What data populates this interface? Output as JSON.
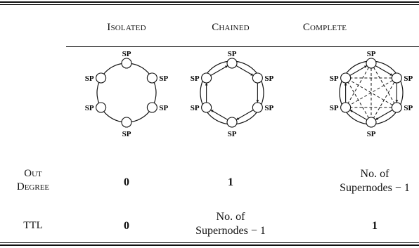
{
  "table": {
    "columns": [
      "Isolated",
      "Chained",
      "Complete"
    ],
    "node_label": "SP",
    "node_count": 6,
    "rows": [
      {
        "label_line1": "Out",
        "label_line2": "Degree",
        "values": [
          "0",
          "1",
          "No. of Supernodes − 1"
        ],
        "value_lines": [
          [
            "0"
          ],
          [
            "1"
          ],
          [
            "No. of",
            "Supernodes − 1"
          ]
        ]
      },
      {
        "label_line1": "TTL",
        "label_line2": "",
        "values": [
          "0",
          "No. of Supernodes − 1",
          "1"
        ],
        "value_lines": [
          [
            "0"
          ],
          [
            "No. of",
            "Supernodes − 1"
          ],
          [
            "1"
          ]
        ]
      }
    ]
  }
}
